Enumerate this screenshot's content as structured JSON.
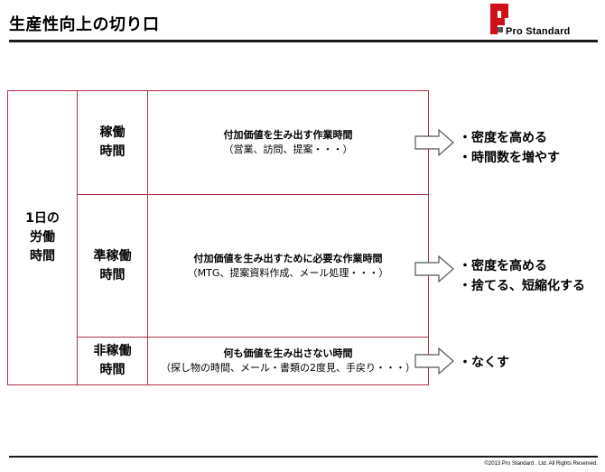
{
  "header": {
    "title": "生産性向上の切り口",
    "logo_text": "Pro Standard"
  },
  "table": {
    "left_label": [
      "1日の",
      "労働",
      "時間"
    ],
    "rows": [
      {
        "category": [
          "稼働",
          "時間"
        ],
        "description": "付加価値を生み出す作業時間",
        "note": "（営業、訪問、提案・・・）",
        "actions": [
          "・密度を高める",
          "・時間数を増やす"
        ]
      },
      {
        "category": [
          "準稼働",
          "時間"
        ],
        "description": "付加価値を生み出すために必要な作業時間",
        "note": "（MTG、提案資料作成、メール処理・・・）",
        "actions": [
          "・密度を高める",
          "・捨てる、短縮化する"
        ]
      },
      {
        "category": [
          "非稼働",
          "時間"
        ],
        "description": "何も価値を生み出さない時間",
        "note": "（探し物の時間、メール・書類の2度見、手戻り・・・）",
        "actions": [
          "・なくす"
        ]
      }
    ]
  },
  "footer": {
    "copyright": "©2013 Pro Standard . Ltd. All Rights Reserved."
  },
  "colors": {
    "border": "#b0304a",
    "logo_red": "#d01018",
    "text": "#000000"
  }
}
